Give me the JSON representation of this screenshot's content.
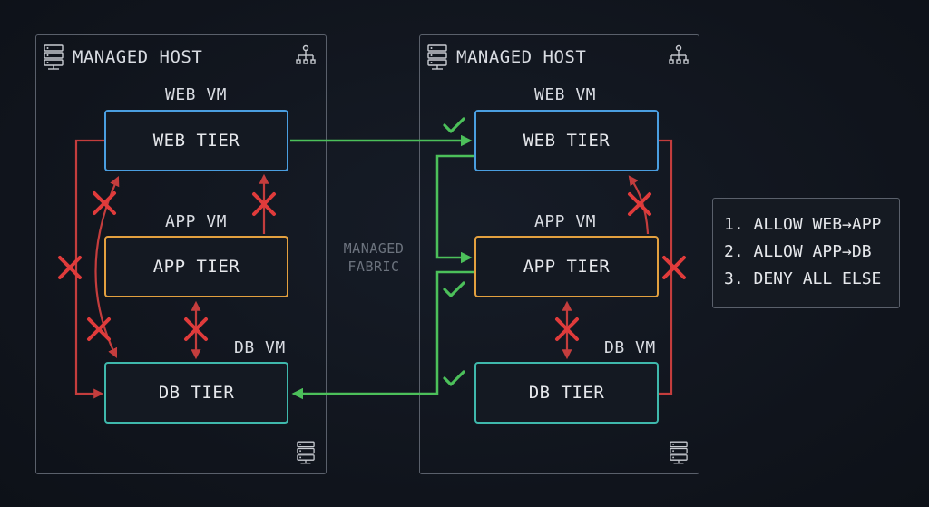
{
  "colors": {
    "background": "#111620",
    "host_border": "#5a606b",
    "web": "#4a9ee0",
    "app": "#e3a03f",
    "db": "#3fb8ac",
    "allow": "#4cc05a",
    "deny": "#c43d3d"
  },
  "hosts": [
    {
      "title": "MANAGED HOST",
      "icons": [
        "server-rack-icon",
        "network-tree-icon"
      ],
      "web_vm": "WEB VM",
      "web_tier": "WEB TIER",
      "app_vm": "APP VM",
      "app_tier": "APP TIER",
      "db_vm": "DB VM",
      "db_tier": "DB TIER"
    },
    {
      "title": "MANAGED HOST",
      "icons": [
        "server-rack-icon",
        "network-tree-icon"
      ],
      "web_vm": "WEB VM",
      "web_tier": "WEB TIER",
      "app_vm": "APP VM",
      "app_tier": "APP TIER",
      "db_vm": "DB VM",
      "db_tier": "DB TIER"
    }
  ],
  "fabric": {
    "line1": "MANAGED",
    "line2": "FABRIC"
  },
  "policy": {
    "rules": [
      "1. ALLOW WEB→APP",
      "2. ALLOW APP→DB",
      "3. DENY ALL ELSE"
    ]
  },
  "flows": {
    "allowed": [
      "web-tier-host1 to web-tier-host2",
      "web-tier-host2 to app-tier-host2",
      "app-tier-host2 to db-tier-host1"
    ],
    "denied_marker_icon": "red-x-icon",
    "allowed_marker_icon": "green-check-icon"
  }
}
